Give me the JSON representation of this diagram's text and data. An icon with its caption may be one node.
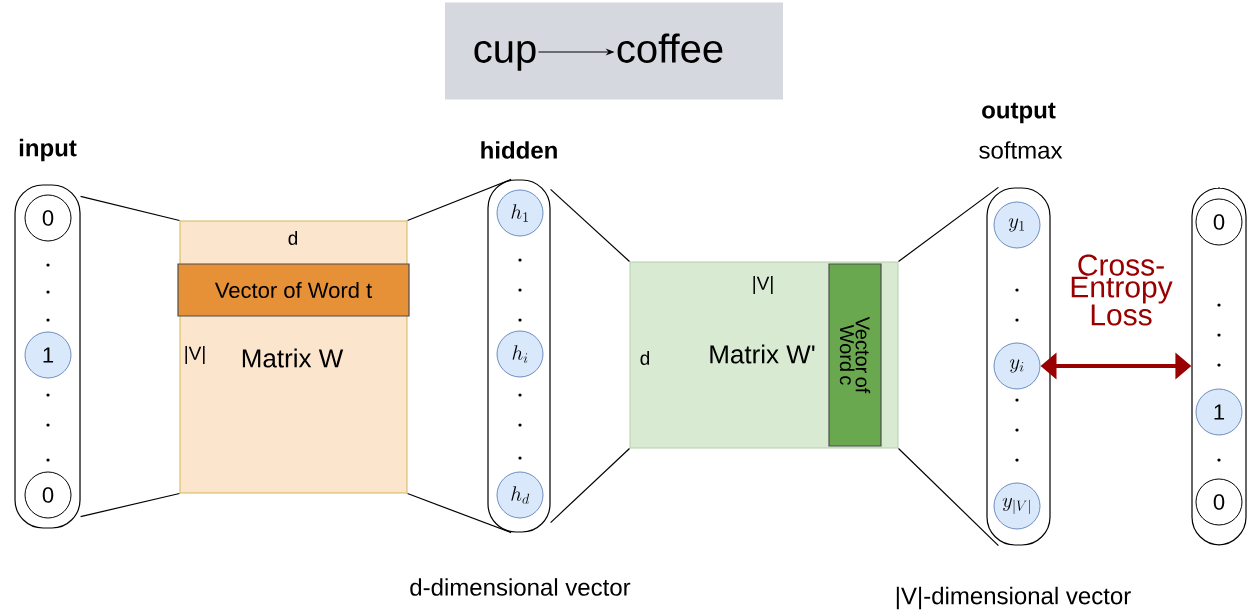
{
  "diagram": {
    "nodes": [
      {
        "text": [],
        "shape": "box"
      },
      {
        "text": [
          "cup"
        ],
        "in": 0
      },
      {
        "text": [
          "coffee"
        ],
        "in": 0
      },
      {
        "text": [
          "input"
        ]
      },
      {
        "text": [
          "0"
        ],
        "in": 3
      },
      {
        "text": [
          "1"
        ],
        "in": 3
      },
      {
        "text": [
          "0"
        ],
        "in": 3
      },
      {
        "text": [
          "d",
          "|V|",
          "Matrix W"
        ]
      },
      {
        "text": [
          "Vector of Word t"
        ],
        "in": 7
      },
      {
        "text": [
          "hidden"
        ]
      },
      {
        "text": [
          "h_1"
        ],
        "in": 9
      },
      {
        "text": [
          "h_i"
        ],
        "in": 9
      },
      {
        "text": [
          "h_d"
        ],
        "in": 9
      },
      {
        "text": [
          "|V|",
          "d",
          "Matrix W'"
        ]
      },
      {
        "text": [
          "Vector of Word c"
        ],
        "in": 13
      },
      {
        "text": [
          "output",
          "softmax"
        ]
      },
      {
        "text": [
          "y_1"
        ],
        "in": 15
      },
      {
        "text": [
          "y_i"
        ],
        "in": 15
      },
      {
        "text": [
          "y_{|V|}"
        ],
        "in": 15
      },
      {
        "text": [],
        "shape": "box"
      },
      {
        "text": [
          "0"
        ],
        "in": 19
      },
      {
        "text": [
          "1"
        ],
        "in": 19
      },
      {
        "text": [
          "0"
        ],
        "in": 19
      }
    ],
    "edges": [
      {
        "from": 1,
        "to": 2,
        "arrow": "to"
      },
      {
        "from": 3,
        "to": 7,
        "arrow": "none"
      },
      {
        "from": 3,
        "to": 7,
        "arrow": "none"
      },
      {
        "from": 7,
        "to": 9,
        "arrow": "none"
      },
      {
        "from": 7,
        "to": 9,
        "arrow": "none"
      },
      {
        "from": 9,
        "to": 13,
        "arrow": "none"
      },
      {
        "from": 9,
        "to": 13,
        "arrow": "none"
      },
      {
        "from": 13,
        "to": 15,
        "arrow": "none"
      },
      {
        "from": 13,
        "to": 15,
        "arrow": "none"
      },
      {
        "from": 17,
        "to": 19,
        "arrow": "both",
        "label": "Cross-Entropy Loss",
        "style": "thick",
        "color": "#990000"
      }
    ],
    "labels": [
      "d-dimensional vector",
      "|V|-dimensional vector"
    ]
  }
}
